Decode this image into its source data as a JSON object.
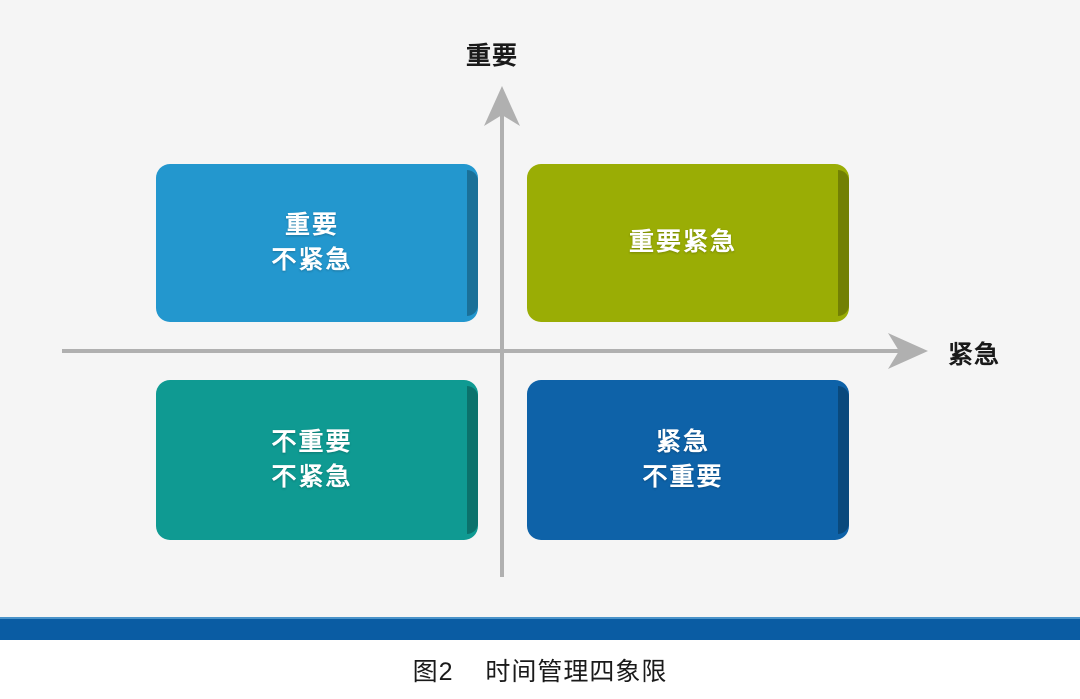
{
  "page": {
    "background_color": "#f5f5f5",
    "caption_background_color": "#ffffff"
  },
  "divider": {
    "color": "#0a5ca3",
    "top_edge_color": "#4a93c9"
  },
  "axes": {
    "line_color": "#b0b0b0",
    "y_label": "重要",
    "x_label": "紧急",
    "y_arrow_icon": "arrow-up-icon",
    "x_arrow_icon": "arrow-right-icon"
  },
  "chart_data": {
    "type": "table",
    "title": "时间管理四象限",
    "xlabel": "紧急",
    "ylabel": "重要",
    "grid": false,
    "legend": "none",
    "layout": "2x2 quadrant matrix with arrowed axes crossing at center",
    "categories": [
      "重要",
      "紧急"
    ],
    "quadrants": [
      {
        "position": "top-left",
        "lines": [
          "重要",
          "不紧急"
        ],
        "color": "#2397ce",
        "x_state": "不紧急",
        "y_state": "重要"
      },
      {
        "position": "top-right",
        "lines": [
          "重要紧急"
        ],
        "color": "#9aad05",
        "x_state": "紧急",
        "y_state": "重要"
      },
      {
        "position": "bottom-left",
        "lines": [
          "不重要",
          "不紧急"
        ],
        "color": "#0f9a92",
        "x_state": "不紧急",
        "y_state": "不重要"
      },
      {
        "position": "bottom-right",
        "lines": [
          "紧急",
          "不重要"
        ],
        "color": "#0e62a8",
        "x_state": "紧急",
        "y_state": "不重要"
      }
    ]
  },
  "caption": {
    "text": "图2    时间管理四象限"
  }
}
